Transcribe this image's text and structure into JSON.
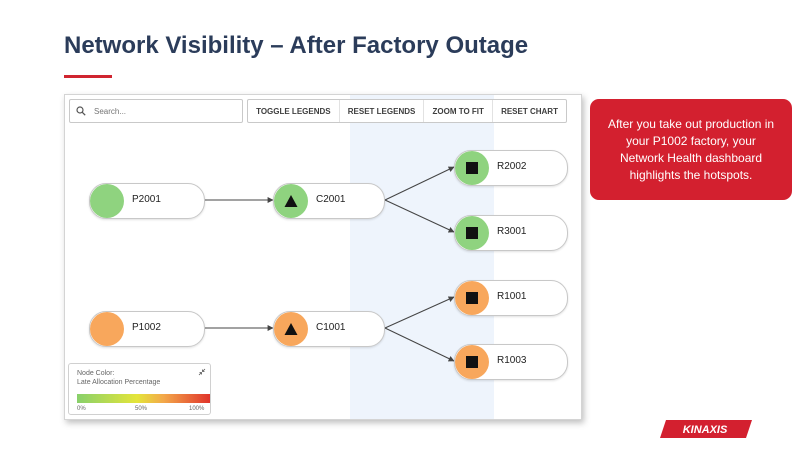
{
  "slide": {
    "title": "Network Visibility – After Factory Outage",
    "callout": "After you take out production in your P1002 factory, your Network Health dashboard highlights the hotspots.",
    "logo_text": "KINAXIS",
    "brand_color": "#d3202f"
  },
  "screenshot": {
    "search": {
      "placeholder": "Search...",
      "icon": "search-icon"
    },
    "toolbar": {
      "toggle_legends": "TOGGLE LEGENDS",
      "reset_legends": "RESET LEGENDS",
      "zoom_to_fit": "ZOOM TO FIT",
      "reset_chart": "RESET CHART"
    },
    "nodes": {
      "p2001": {
        "label": "P2001",
        "color": "#8fd37f",
        "shape": "circle"
      },
      "c2001": {
        "label": "C2001",
        "color": "#8fd37f",
        "shape": "triangle"
      },
      "r2002": {
        "label": "R2002",
        "color": "#8fd37f",
        "shape": "square"
      },
      "r3001": {
        "label": "R3001",
        "color": "#8fd37f",
        "shape": "square"
      },
      "p1002": {
        "label": "P1002",
        "color": "#f8a75c",
        "shape": "circle"
      },
      "c1001": {
        "label": "C1001",
        "color": "#f8a75c",
        "shape": "triangle"
      },
      "r1001": {
        "label": "R1001",
        "color": "#f8a75c",
        "shape": "square"
      },
      "r1003": {
        "label": "R1003",
        "color": "#f8a75c",
        "shape": "square"
      }
    },
    "legend": {
      "line1": "Node Color:",
      "line2": "Late Allocation Percentage",
      "tick_0": "0%",
      "tick_50": "50%",
      "tick_100": "100%",
      "collapse_icon": "collapse-icon"
    }
  }
}
